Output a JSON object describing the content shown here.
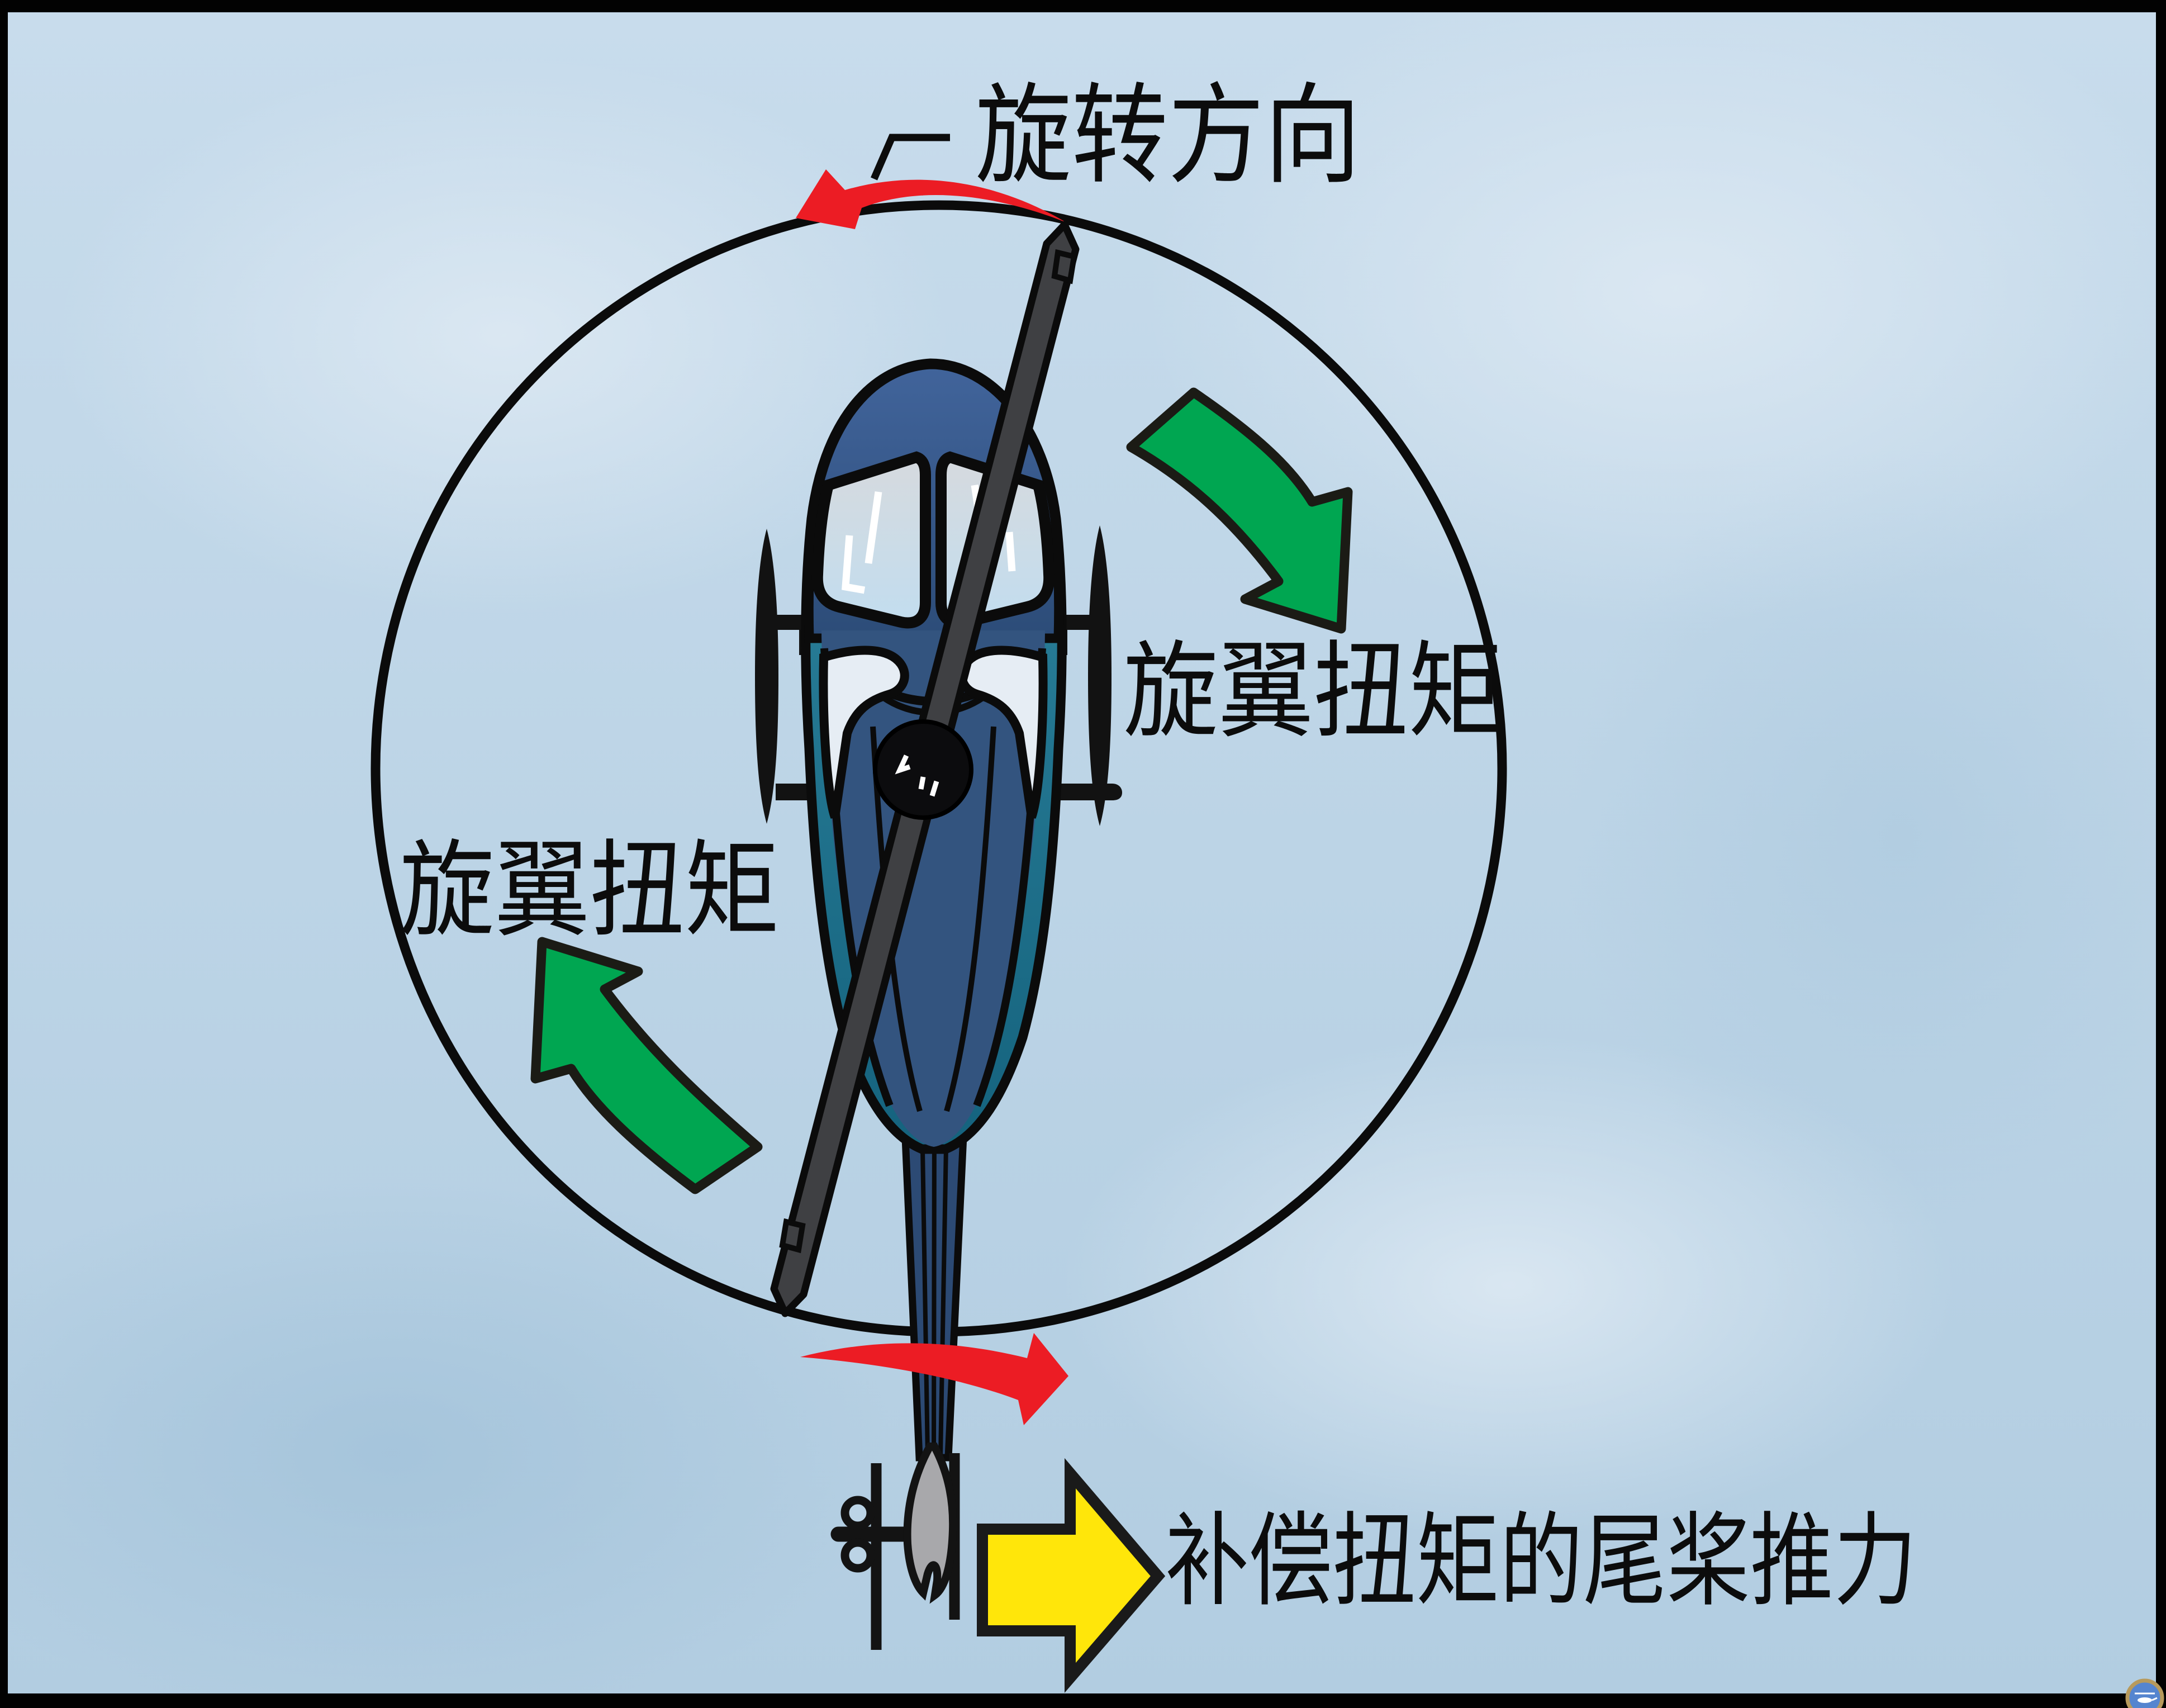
{
  "figure": {
    "title": "旋转方向",
    "labels": {
      "rotation_direction": "旋转方向",
      "rotor_torque_right": "旋翼扭矩",
      "rotor_torque_left": "旋翼扭矩",
      "tail_thrust": "补偿扭矩的尾桨推力"
    },
    "colors": {
      "rotation_arrow_red": "#ec1c24",
      "torque_arrow_green": "#00a651",
      "thrust_arrow_yellow": "#ffe60a",
      "fuselage_navy": "#3a5d92",
      "fuselage_teal": "#2a7b93",
      "rotor_blade_gray": "#3f4043",
      "sky_background": "#bcd4e6",
      "frame_black": "#000000"
    },
    "icons": {
      "watermark": "helicopter-badge-icon"
    },
    "semantics": {
      "rotation_sense": "counter-clockwise (red arrows on rotor disc)",
      "torque_sense": "clockwise (green arrows on fuselage)",
      "thrust_direction": "right (yellow arrow at tail rotor)"
    }
  }
}
